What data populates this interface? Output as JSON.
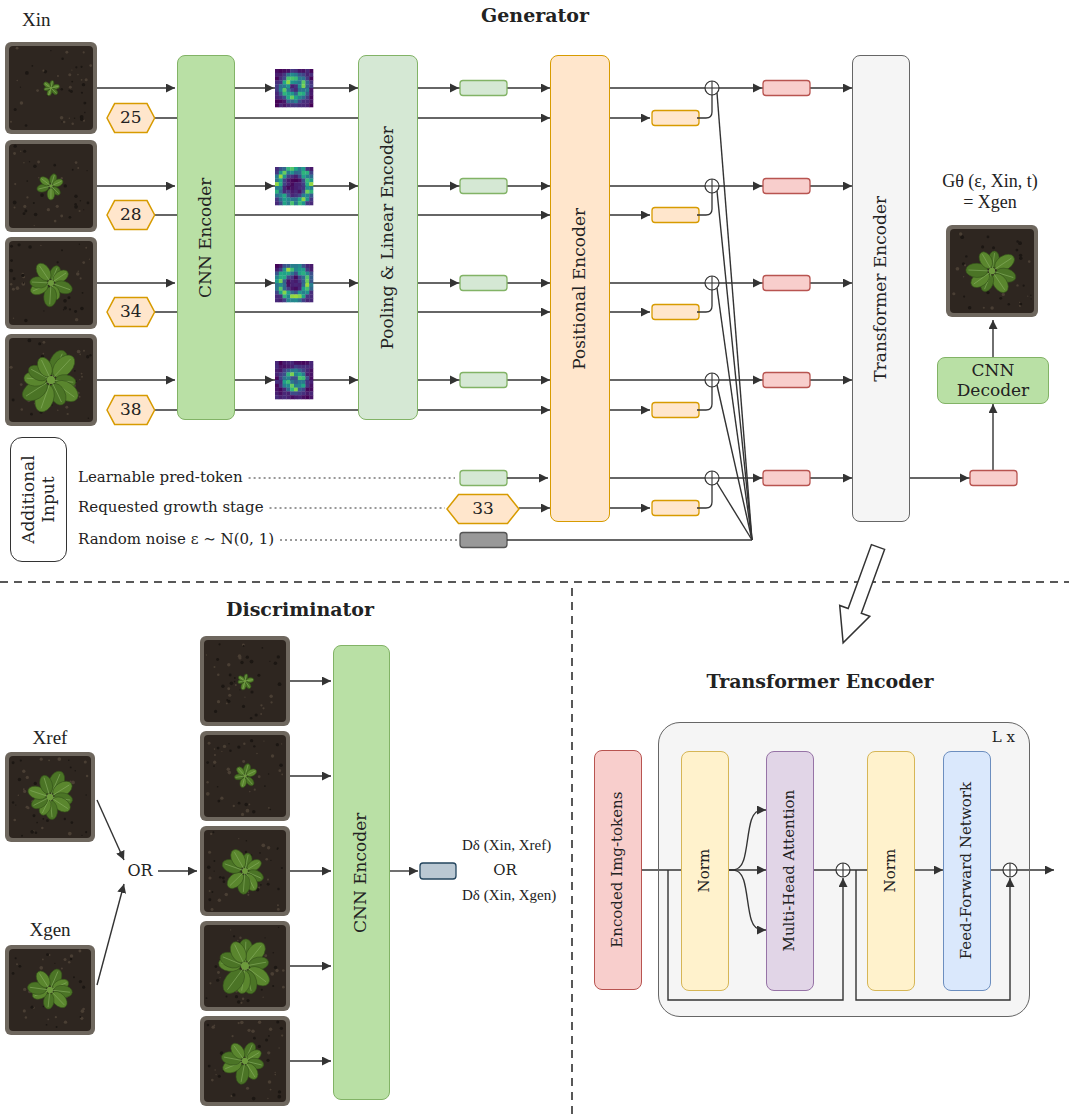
{
  "diagram": {
    "nodes": [
      {
        "text": [
          "CNN Encoder"
        ]
      },
      {
        "text": [
          "Pooling & Linear Encoder"
        ]
      },
      {
        "text": [
          "Positional Encoder"
        ]
      },
      {
        "text": [
          "Transformer Encoder"
        ]
      },
      {
        "text": [
          "CNN Decoder"
        ]
      },
      {
        "text": [
          "25"
        ]
      },
      {
        "text": [
          "28"
        ]
      },
      {
        "text": [
          "34"
        ]
      },
      {
        "text": [
          "38"
        ]
      },
      {
        "text": [
          "Additional Input"
        ]
      },
      {
        "text": [
          "33"
        ]
      },
      {
        "text": [
          "CNN Encoder"
        ]
      },
      {
        "text": [
          "Encoded Img-tokens"
        ]
      },
      {
        "text": [
          "L x"
        ]
      },
      {
        "text": [
          "Norm"
        ],
        "in": 13
      },
      {
        "text": [
          "Multi-Head Attention"
        ],
        "in": 13
      },
      {
        "text": [
          "Norm"
        ],
        "in": 13
      },
      {
        "text": [
          "Feed-Forward Network"
        ],
        "in": 13
      }
    ],
    "edges": [
      {
        "from": 0,
        "to": 1,
        "arrow": "to"
      },
      {
        "from": 0,
        "to": 1,
        "arrow": "to"
      },
      {
        "from": 0,
        "to": 1,
        "arrow": "to"
      },
      {
        "from": 0,
        "to": 1,
        "arrow": "to"
      },
      {
        "from": 5,
        "to": 2,
        "arrow": "to"
      },
      {
        "from": 6,
        "to": 2,
        "arrow": "to"
      },
      {
        "from": 7,
        "to": 2,
        "arrow": "to"
      },
      {
        "from": 8,
        "to": 2,
        "arrow": "to"
      },
      {
        "from": 1,
        "to": 2,
        "arrow": "to"
      },
      {
        "from": 1,
        "to": 2,
        "arrow": "to"
      },
      {
        "from": 1,
        "to": 2,
        "arrow": "to"
      },
      {
        "from": 1,
        "to": 2,
        "arrow": "to"
      },
      {
        "from": 10,
        "to": 2,
        "arrow": "to"
      },
      {
        "from": 2,
        "to": 3,
        "arrow": "to"
      },
      {
        "from": 2,
        "to": 3,
        "arrow": "to"
      },
      {
        "from": 2,
        "to": 3,
        "arrow": "to"
      },
      {
        "from": 2,
        "to": 3,
        "arrow": "to"
      },
      {
        "from": 2,
        "to": 3,
        "arrow": "to"
      },
      {
        "from": 3,
        "to": 4,
        "arrow": "to"
      },
      {
        "from": 12,
        "to": 14,
        "arrow": "none"
      },
      {
        "from": 14,
        "to": 15,
        "arrow": "to"
      },
      {
        "from": 14,
        "to": 15,
        "arrow": "to"
      },
      {
        "from": 14,
        "to": 15,
        "arrow": "to"
      },
      {
        "from": 15,
        "to": 16,
        "arrow": "none"
      },
      {
        "from": 16,
        "to": 17,
        "arrow": "to"
      }
    ],
    "labels": [
      "Generator",
      "Xin",
      "Gθ (ε, Xin, t) = Xgen",
      "Learnable pred-token",
      "Requested growth stage",
      "Random noise ε ∼ N(0, 1)",
      "Discriminator",
      "Xref",
      "Xgen",
      "OR",
      "Dδ (Xin, Xref)",
      "OR",
      "Dδ (Xin, Xgen)",
      "Transformer Encoder"
    ]
  }
}
